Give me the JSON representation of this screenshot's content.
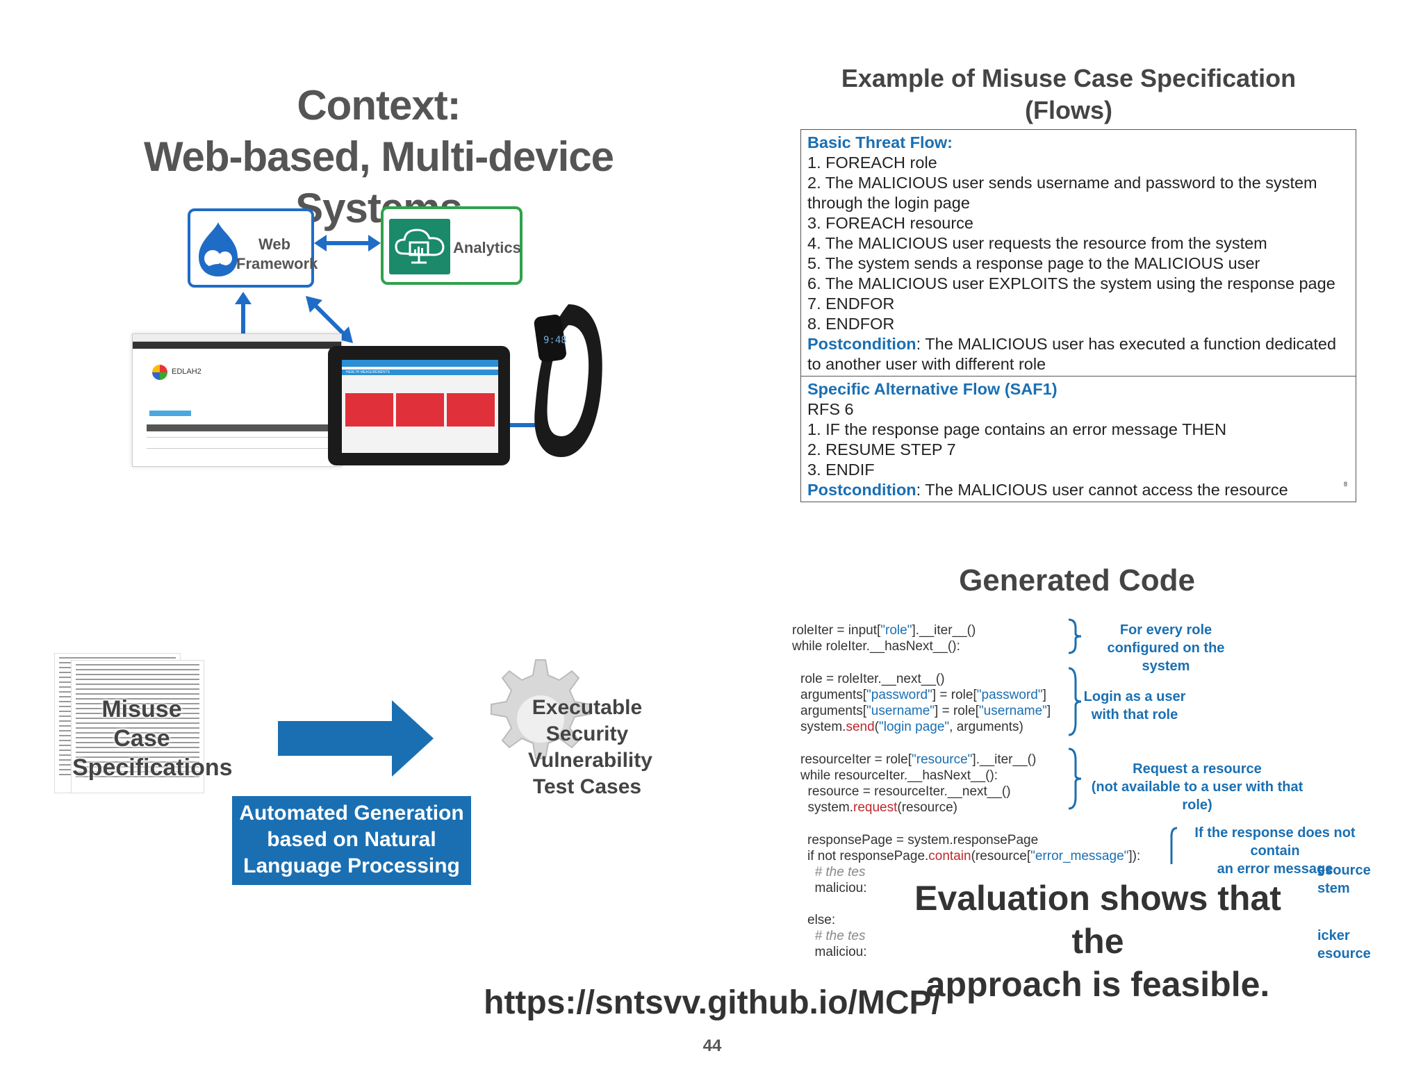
{
  "context": {
    "title_line1": "Context:",
    "title_line2": "Web-based, Multi-device Systems",
    "web_label_1": "Web",
    "web_label_2": "Framework",
    "analytics_label": "Analytics",
    "browser_app": "EDLAH2",
    "tablet_header": "HEALTH MEASUREMENTS",
    "watch_time": "9:48"
  },
  "spec": {
    "title_line1": "Example of Misuse Case Specification",
    "title_line2": "(Flows)",
    "basic_heading": "Basic Threat Flow:",
    "basic_steps": [
      "1. FOREACH role",
      "2. The MALICIOUS user sends username and password to the system through the login page",
      "3. FOREACH resource",
      "4. The MALICIOUS user requests the resource from the system",
      "5. The system sends a response page to the MALICIOUS user",
      "6. The MALICIOUS user EXPLOITS the system using the response page",
      "7. ENDFOR",
      "8. ENDFOR"
    ],
    "basic_post_label": "Postcondition",
    "basic_post_text": ": The MALICIOUS user has executed a function dedicated to another user with different role",
    "saf_heading": "Specific Alternative Flow (SAF1)",
    "saf_steps": [
      "RFS 6",
      "1. IF the response page contains an error message THEN",
      "2. RESUME STEP 7",
      "3. ENDIF"
    ],
    "saf_post_label": "Postcondition",
    "saf_post_text": ": The MALICIOUS user cannot access the resource",
    "small_page_num": "8"
  },
  "pipeline": {
    "misuse_1": "Misuse",
    "misuse_2": "Case",
    "misuse_3": "Specifications",
    "auto_1": "Automated Generation",
    "auto_2": "based on Natural",
    "auto_3": "Language Processing",
    "exec_1": "Executable",
    "exec_2": "Security",
    "exec_3": "Vulnerability",
    "exec_4": "Test Cases"
  },
  "code": {
    "title": "Generated Code",
    "annotations": {
      "a1_1": "For every role",
      "a1_2": "configured on the system",
      "a2_1": "Login as a user",
      "a2_2": "with that role",
      "a3_1": "Request a resource",
      "a3_2": "(not available to a user with that role)",
      "a4_1": "If the response does not contain",
      "a4_2": "an error message",
      "a5_1": "esource",
      "a5_2": "stem",
      "a6_1": "icker",
      "a6_2": "esource"
    }
  },
  "footer": {
    "evaluation_1": "Evaluation shows that the",
    "evaluation_2": "approach is feasible.",
    "url": "https://sntsvv.github.io/MCP/",
    "slide_number": "44"
  }
}
